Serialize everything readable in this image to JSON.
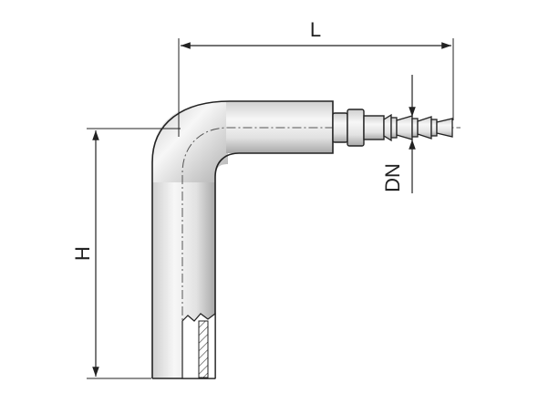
{
  "diagram": {
    "dimensions": {
      "length_label": "L",
      "height_label": "H",
      "nominal_diameter_label": "DN"
    },
    "colors": {
      "line": "#222222",
      "pipe_light": "#f4f4f4",
      "pipe_mid": "#d4d4d4",
      "pipe_dark": "#9a9a9a",
      "background": "#ffffff"
    }
  }
}
